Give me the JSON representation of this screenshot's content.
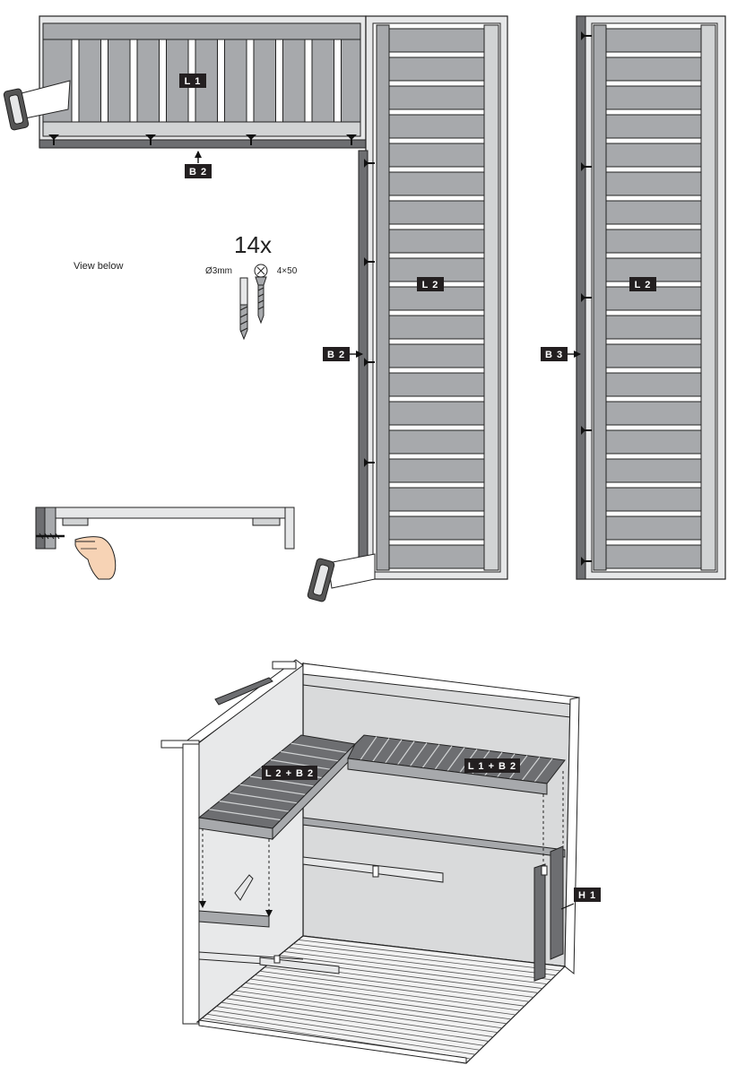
{
  "labels": {
    "l1": "L 1",
    "b2_top": "B 2",
    "l2_left": "L 2",
    "b2_side": "B 2",
    "l2_right": "L 2",
    "b3": "B 3",
    "l2_b2": "L 2 + B 2",
    "l1_b2": "L 1 + B 2",
    "h1": "H 1"
  },
  "screws": {
    "count": "14x",
    "drill": "Ø3mm",
    "size": "4×50"
  },
  "view_below": "View below",
  "colors": {
    "slat": "#a7a9ac",
    "frame": "#e6e7e8",
    "rail": "#6d6e71",
    "tag_bg": "#231f20",
    "wall": "#d9dadb",
    "floor": "#f2f2f2",
    "skin": "#f7d3b5"
  }
}
